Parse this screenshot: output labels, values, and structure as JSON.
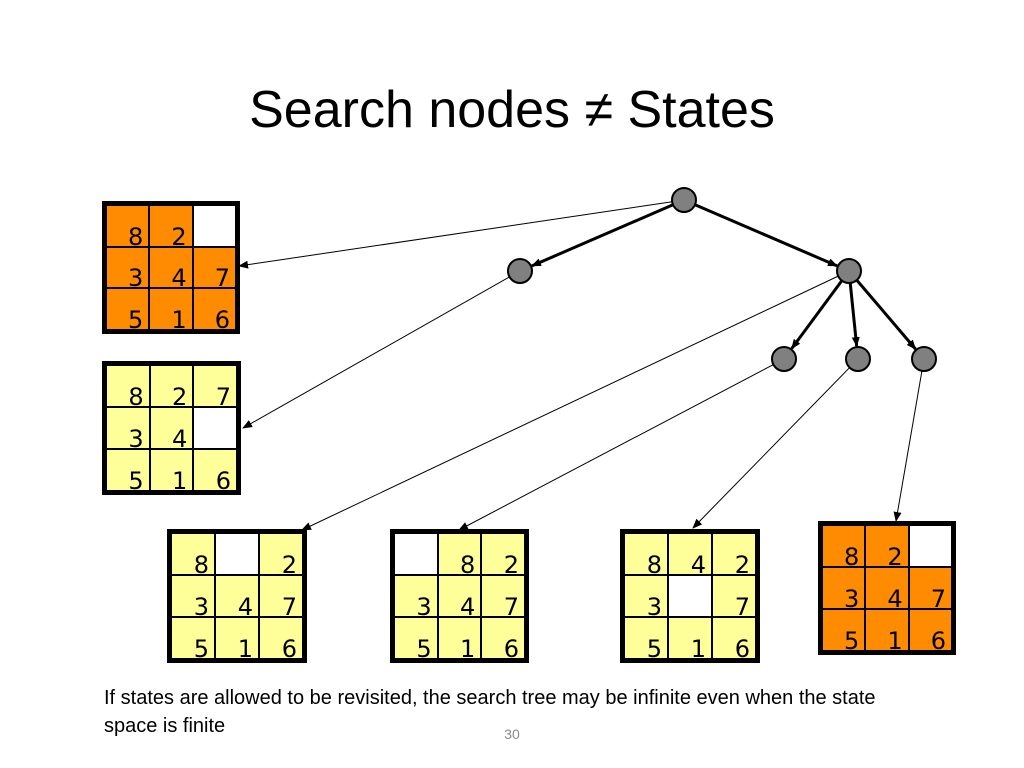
{
  "slide": {
    "title": "Search nodes ≠ States",
    "caption": "If states are allowed to be revisited, the search tree may be infinite even when the state space is finite",
    "page_number": "30"
  },
  "colors": {
    "orange": "#FF8C00",
    "yellow": "#FFFF99",
    "blank": "#FFFFFF",
    "node": "#808080"
  },
  "tree": {
    "nodes": [
      "root",
      "left-child",
      "right-child",
      "grandchild-1",
      "grandchild-2",
      "grandchild-3"
    ],
    "edges": [
      [
        "root",
        "left-child"
      ],
      [
        "root",
        "right-child"
      ],
      [
        "right-child",
        "grandchild-1"
      ],
      [
        "right-child",
        "grandchild-2"
      ],
      [
        "right-child",
        "grandchild-3"
      ]
    ],
    "state_links": [
      [
        "root",
        "board-1"
      ],
      [
        "left-child",
        "board-2"
      ],
      [
        "right-child",
        "board-3"
      ],
      [
        "grandchild-1",
        "board-4"
      ],
      [
        "grandchild-2",
        "board-5"
      ],
      [
        "grandchild-3",
        "board-6"
      ]
    ]
  },
  "boards": [
    {
      "id": "board-1",
      "color": "orange",
      "cells": [
        "8",
        "2",
        "",
        "3",
        "4",
        "7",
        "5",
        "1",
        "6"
      ]
    },
    {
      "id": "board-2",
      "color": "yellow",
      "cells": [
        "8",
        "2",
        "7",
        "3",
        "4",
        "",
        "5",
        "1",
        "6"
      ]
    },
    {
      "id": "board-3",
      "color": "yellow",
      "cells": [
        "8",
        "",
        "2",
        "3",
        "4",
        "7",
        "5",
        "1",
        "6"
      ]
    },
    {
      "id": "board-4",
      "color": "yellow",
      "cells": [
        "",
        "8",
        "2",
        "3",
        "4",
        "7",
        "5",
        "1",
        "6"
      ]
    },
    {
      "id": "board-5",
      "color": "yellow",
      "cells": [
        "8",
        "4",
        "2",
        "3",
        "",
        "7",
        "5",
        "1",
        "6"
      ]
    },
    {
      "id": "board-6",
      "color": "orange",
      "cells": [
        "8",
        "2",
        "",
        "3",
        "4",
        "7",
        "5",
        "1",
        "6"
      ]
    }
  ]
}
